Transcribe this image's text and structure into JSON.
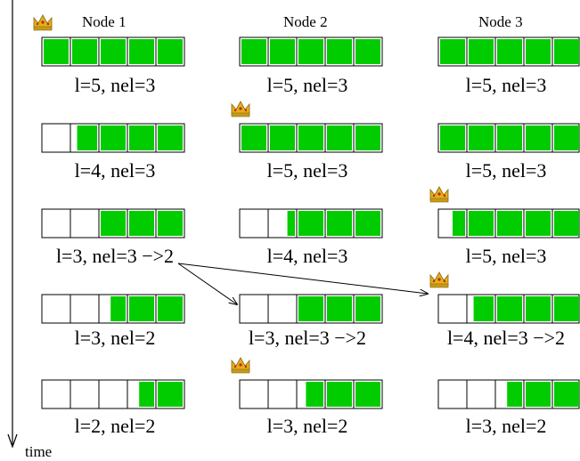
{
  "colors": {
    "fill": "#00cc00",
    "stroke": "#000000",
    "crown": "#e0b020",
    "crown_jewel": "#cc2200",
    "background": "#ffffff"
  },
  "axis": {
    "label": "time",
    "icon": "down-arrow-icon"
  },
  "nodes": [
    {
      "title": "Node 1",
      "rows": [
        {
          "label": "l=5, nel=3",
          "fills": [
            1,
            1,
            1,
            1,
            1
          ],
          "crown": true
        },
        {
          "label": "l=4, nel=3",
          "fills": [
            0,
            0.8,
            1,
            1,
            1
          ],
          "crown": false
        },
        {
          "label": "l=3, nel=3 −>2",
          "fills": [
            0,
            0,
            1,
            1,
            1
          ],
          "crown": false
        },
        {
          "label": "l=3, nel=2",
          "fills": [
            0,
            0,
            0.6,
            1,
            1
          ],
          "crown": false
        },
        {
          "label": "l=2, nel=2",
          "fills": [
            0,
            0,
            0,
            0.6,
            1
          ],
          "crown": false
        }
      ]
    },
    {
      "title": "Node 2",
      "rows": [
        {
          "label": "l=5, nel=3",
          "fills": [
            1,
            1,
            1,
            1,
            1
          ],
          "crown": false
        },
        {
          "label": "l=5, nel=3",
          "fills": [
            1,
            1,
            1,
            1,
            1
          ],
          "crown": true
        },
        {
          "label": "l=4, nel=3",
          "fills": [
            0,
            0.3,
            1,
            1,
            1
          ],
          "crown": false
        },
        {
          "label": "l=3, nel=3 −>2",
          "fills": [
            0,
            0,
            1,
            1,
            1
          ],
          "crown": false
        },
        {
          "label": "l=3, nel=2",
          "fills": [
            0,
            0,
            0.7,
            1,
            1
          ],
          "crown": true
        }
      ]
    },
    {
      "title": "Node 3",
      "rows": [
        {
          "label": "l=5, nel=3",
          "fills": [
            1,
            1,
            1,
            1,
            1
          ],
          "crown": false
        },
        {
          "label": "l=5, nel=3",
          "fills": [
            1,
            1,
            1,
            1,
            1
          ],
          "crown": false
        },
        {
          "label": "l=5, nel=3",
          "fills": [
            0.5,
            1,
            1,
            1,
            1
          ],
          "crown": true
        },
        {
          "label": "l=4, nel=3 −>2",
          "fills": [
            0,
            0.8,
            1,
            1,
            1
          ],
          "crown": true
        },
        {
          "label": "l=3, nel=2",
          "fills": [
            0,
            0,
            0.6,
            1,
            1
          ],
          "crown": false
        }
      ]
    }
  ],
  "arrows": [
    {
      "from": "node-1-row-3",
      "to": "node-2-row-4"
    },
    {
      "from": "node-1-row-3",
      "to": "node-3-row-4"
    }
  ]
}
